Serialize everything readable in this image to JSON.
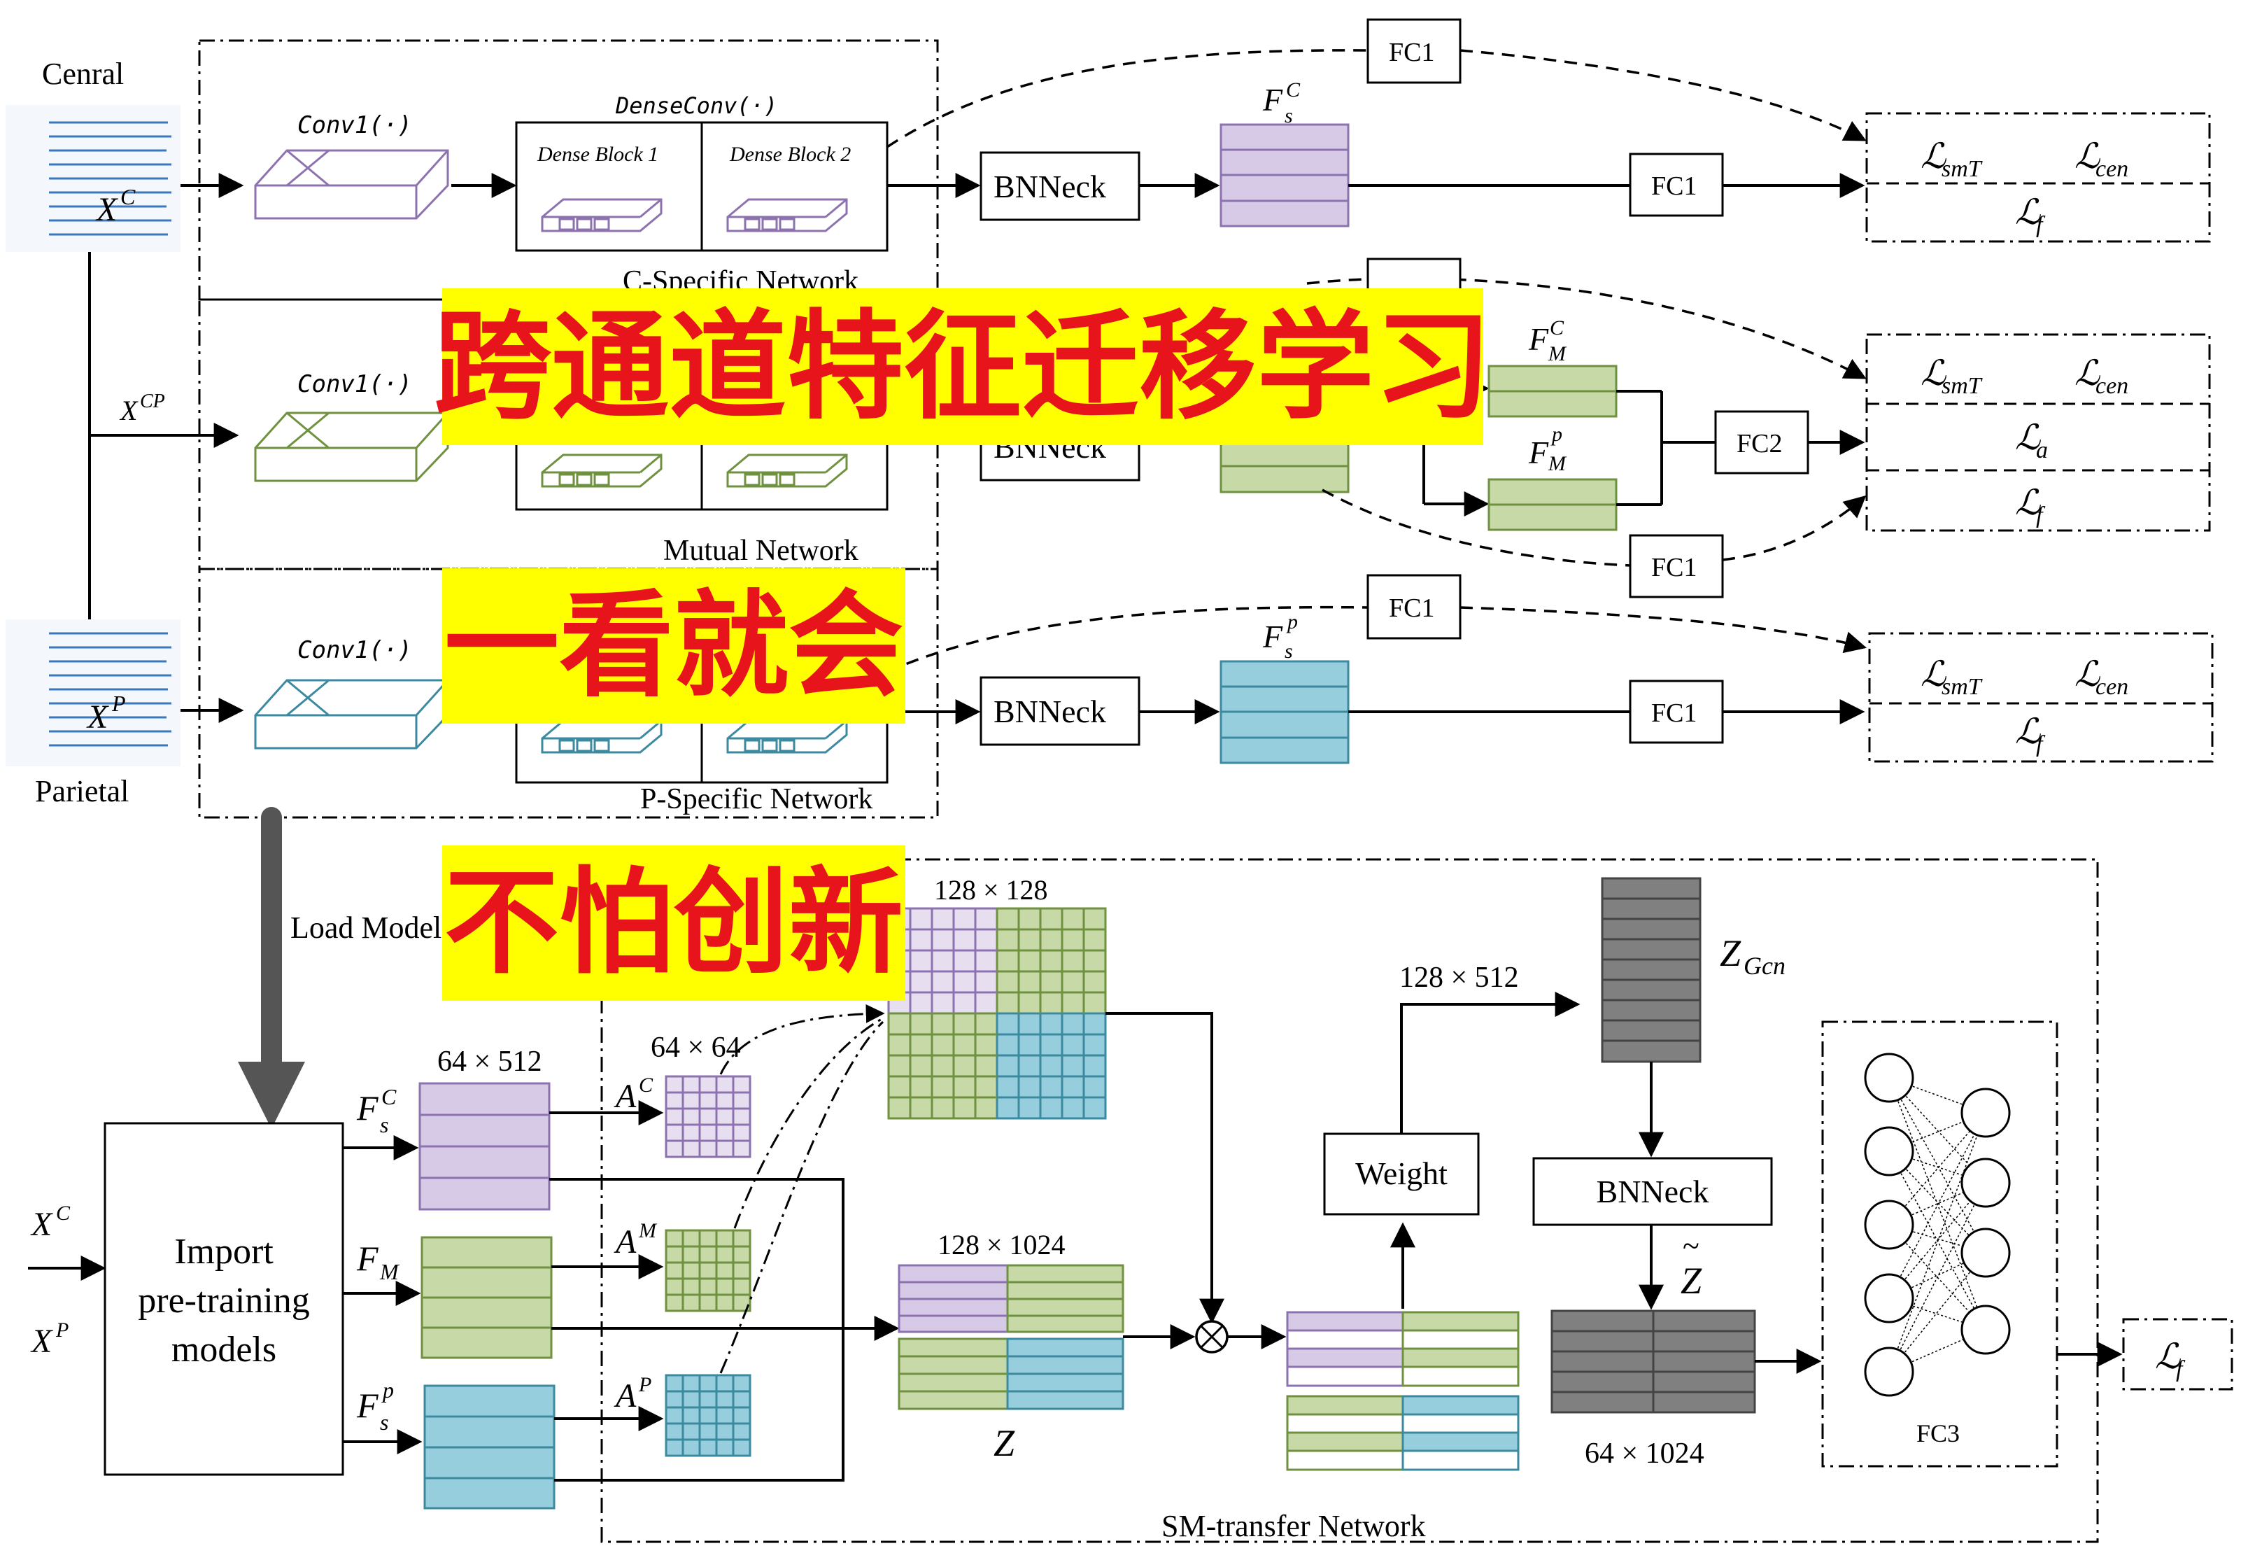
{
  "colors": {
    "purple": "#d6cae6",
    "purple_stroke": "#8c73b0",
    "green": "#c6d9a6",
    "green_stroke": "#6f9140",
    "blue": "#96cedd",
    "blue_stroke": "#3c8aa0",
    "gray": "#808080",
    "banner_bg": "#ffff00",
    "banner_text": "#e8141b"
  },
  "inputs": {
    "central_label": "Cenral",
    "parietal_label": "Parietal",
    "xc": "X",
    "xc_sup": "C",
    "xp": "X",
    "xp_sup": "P",
    "xcp": "X",
    "xcp_sup": "CP"
  },
  "networks": {
    "c_specific": "C-Specific Network",
    "mutual": "Mutual Network",
    "p_specific": "P-Specific Network",
    "sm_transfer": "SM-transfer Network"
  },
  "blocks": {
    "conv1": "Conv1(·)",
    "denseconv": "DenseConv(·)",
    "dense_block_1": "Dense Block 1",
    "dense_block_2": "Dense Block 2",
    "bnneck": "BNNeck",
    "fc1": "FC1",
    "fc2": "FC2",
    "fc3": "FC3",
    "weight": "Weight",
    "import_line1": "Import",
    "import_line2": "pre-training",
    "import_line3": "models",
    "load_model": "Load Model"
  },
  "features": {
    "fs": "F",
    "fs_sub": "s",
    "fm": "F",
    "fm_sub": "M",
    "sup_c": "C",
    "sup_p": "p",
    "z": "Z",
    "z_gcn": "Z",
    "z_gcn_sub": "Gcn",
    "z_tilde": "Z",
    "a_c": "A",
    "a_m": "A",
    "a_p": "A",
    "sup_m": "M",
    "sup_pp": "P"
  },
  "dims": {
    "d64x512": "64 × 512",
    "d64x64": "64 × 64",
    "d128x128": "128 × 128",
    "d128x1024": "128 × 1024",
    "d128x512": "128 × 512",
    "d64x1024": "64 × 1024"
  },
  "losses": {
    "smt": "smT",
    "cen": "cen",
    "a": "a",
    "f": "f",
    "script_l": "ℒ"
  },
  "banners": {
    "b1": "跨通道特征迁移学习",
    "b2": "一看就会",
    "b3": "不怕创新"
  }
}
